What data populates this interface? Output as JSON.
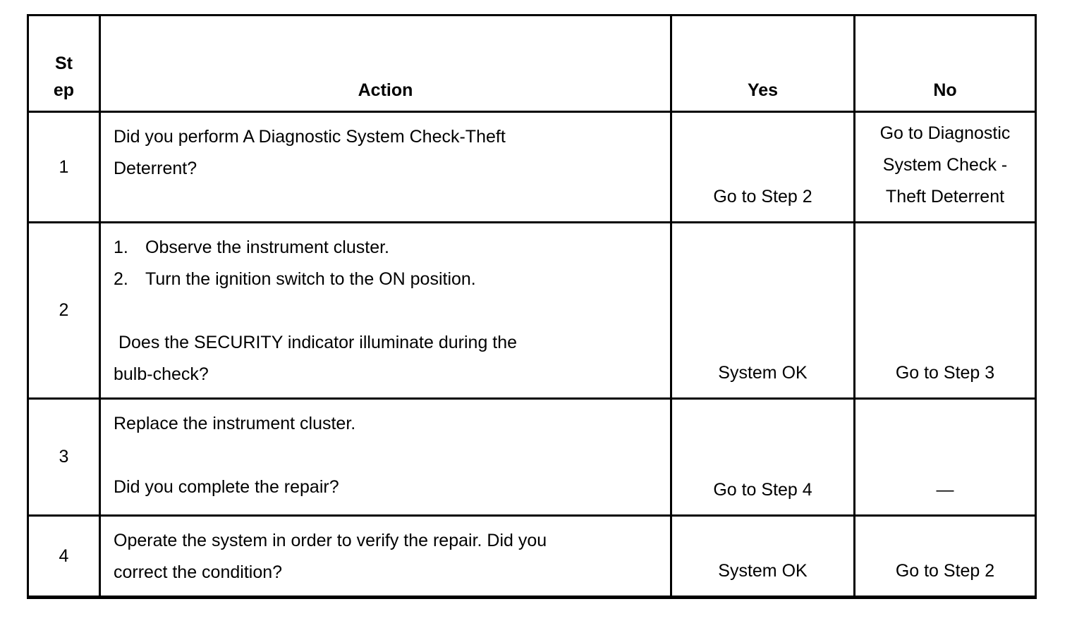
{
  "table": {
    "border_color": "#000000",
    "text_color": "#000000",
    "background_color": "#ffffff",
    "headers": {
      "step_lines": [
        "St",
        "ep"
      ],
      "action": "Action",
      "yes": "Yes",
      "no": "No"
    },
    "rows": [
      {
        "step": "1",
        "action_lines": [
          "Did you perform A Diagnostic System Check-Theft",
          "Deterrent?"
        ],
        "yes_lines": [
          "Go to Step 2"
        ],
        "no_lines": [
          "Go to Diagnostic",
          "System Check -",
          "Theft Deterrent"
        ]
      },
      {
        "step": "2",
        "action_list": [
          {
            "num": "1.",
            "text": "Observe the instrument cluster."
          },
          {
            "num": "2.",
            "text": "Turn the ignition switch to the ON position."
          }
        ],
        "action_question_lines": [
          " Does the SECURITY indicator illuminate during the",
          "bulb-check?"
        ],
        "yes_lines": [
          "System OK"
        ],
        "no_lines": [
          "Go to Step 3"
        ]
      },
      {
        "step": "3",
        "action_lines": [
          "Replace the instrument cluster."
        ],
        "action_question_lines": [
          "Did you complete the repair?"
        ],
        "yes_lines": [
          "Go to Step 4"
        ],
        "no_lines": [
          "—"
        ]
      },
      {
        "step": "4",
        "action_lines": [
          "Operate the system in order to verify the repair. Did you",
          "correct the condition?"
        ],
        "yes_lines": [
          "System OK"
        ],
        "no_lines": [
          "Go to Step 2"
        ]
      }
    ]
  }
}
